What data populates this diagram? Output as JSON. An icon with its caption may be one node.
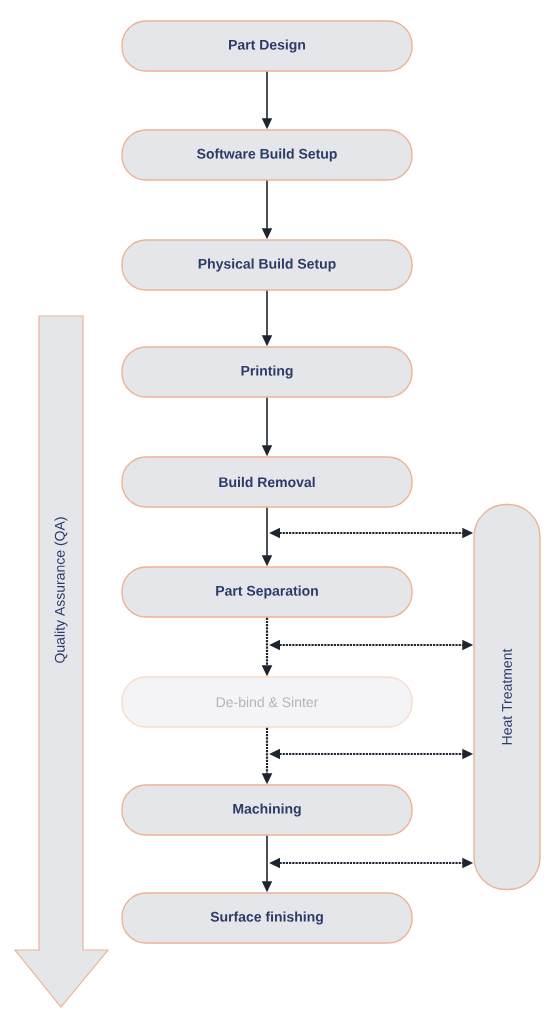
{
  "diagram": {
    "nodes": [
      {
        "text": [
          "Part Design"
        ]
      },
      {
        "text": [
          "Software Build Setup"
        ]
      },
      {
        "text": [
          "Physical Build Setup"
        ]
      },
      {
        "text": [
          "Printing"
        ]
      },
      {
        "text": [
          "Build Removal"
        ]
      },
      {
        "text": [
          "Part Separation"
        ]
      },
      {
        "text": [
          "De-bind & Sinter"
        ]
      },
      {
        "text": [
          "Machining"
        ]
      },
      {
        "text": [
          "Surface finishing"
        ]
      },
      {
        "text": [
          "Heat Treatment"
        ]
      },
      {
        "text": [
          "Quality Assurance (QA)"
        ]
      }
    ],
    "edges": [
      {
        "from": 0,
        "to": 1,
        "arrow": "to"
      },
      {
        "from": 1,
        "to": 2,
        "arrow": "to"
      },
      {
        "from": 2,
        "to": 3,
        "arrow": "to"
      },
      {
        "from": 3,
        "to": 4,
        "arrow": "to"
      },
      {
        "from": 4,
        "to": 5,
        "arrow": "to"
      },
      {
        "from": 5,
        "to": 6,
        "arrow": "to",
        "style": "dashed"
      },
      {
        "from": 6,
        "to": 7,
        "arrow": "to",
        "style": "dashed"
      },
      {
        "from": 7,
        "to": 8,
        "arrow": "to"
      },
      {
        "from": null,
        "to": 9,
        "arrow": "both",
        "style": "dashed"
      },
      {
        "from": null,
        "to": 9,
        "arrow": "both",
        "style": "dashed"
      },
      {
        "from": null,
        "to": 9,
        "arrow": "both",
        "style": "dashed"
      },
      {
        "from": null,
        "to": 9,
        "arrow": "both",
        "style": "dashed"
      }
    ]
  }
}
